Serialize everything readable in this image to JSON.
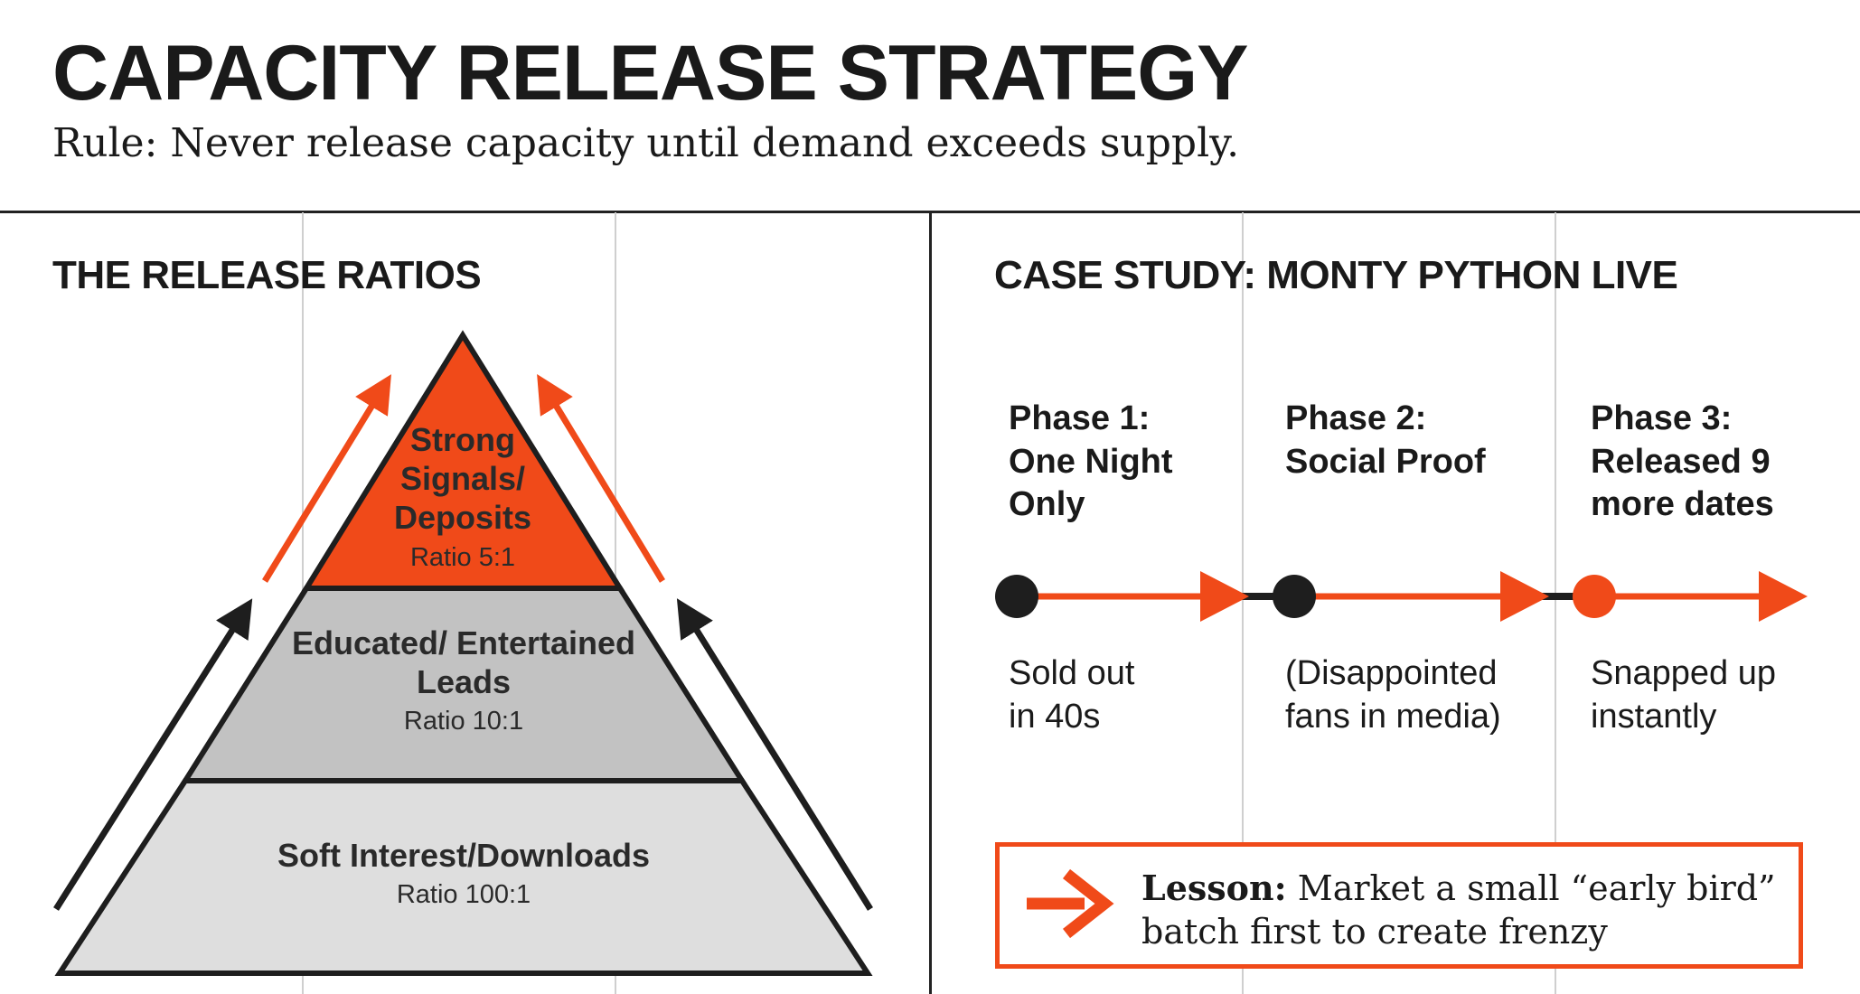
{
  "title": "CAPACITY RELEASE STRATEGY",
  "subtitle": "Rule: Never release capacity until demand exceeds supply.",
  "colors": {
    "accent": "#f04a19",
    "tier_top": "#f04a19",
    "tier_middle": "#c2c2c2",
    "tier_bottom": "#dedede",
    "outline": "#1e1e1e"
  },
  "ratios_section": {
    "title": "THE RELEASE RATIOS",
    "tiers": [
      {
        "name": "Strong Signals/ Deposits",
        "ratio": "Ratio 5:1"
      },
      {
        "name": "Educated/ Entertained Leads",
        "ratio": "Ratio 10:1"
      },
      {
        "name": "Soft Interest/Downloads",
        "ratio": "Ratio 100:1"
      }
    ]
  },
  "case_study": {
    "title": "CASE STUDY: MONTY PYTHON LIVE",
    "phases": [
      {
        "title": "Phase 1:\nOne Night\nOnly",
        "outcome": "Sold out\nin 40s"
      },
      {
        "title": "Phase 2:\nSocial Proof",
        "outcome": "(Disappointed\nfans in media)"
      },
      {
        "title": "Phase 3:\nReleased 9\nmore dates",
        "outcome": "Snapped up\ninstantly"
      }
    ],
    "lesson_label": "Lesson:",
    "lesson_text": "Market a small “early bird” batch first to create frenzy",
    "lesson_icon": "arrow-right-icon"
  }
}
